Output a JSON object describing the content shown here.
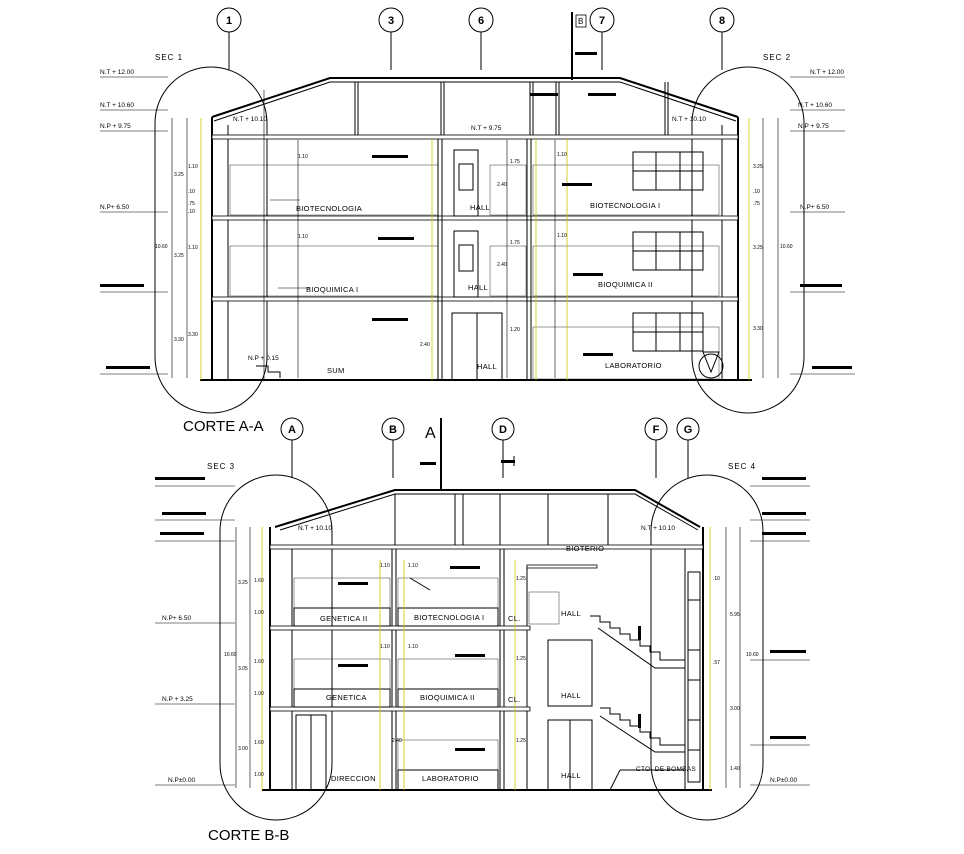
{
  "section_aa": {
    "title": "CORTE A-A",
    "sec_left": "SEC  1",
    "sec_right": "SEC  2",
    "axes": [
      "1",
      "3",
      "6",
      "7",
      "8"
    ],
    "levels_left": [
      "N.T + 12.00",
      "N.T + 10.60",
      "N.P + 9.75",
      "N.P+ 6.50"
    ],
    "levels_right": [
      "N.T + 12.00",
      "N.T + 10.60",
      "N.P + 9.75",
      "N.P+ 6.50"
    ],
    "roof_levels": [
      "N.T + 10.10",
      "N.T + 9.75",
      "N.T + 10.10"
    ],
    "floor_level": "N.P + 0.15",
    "rooms": [
      "BIOTECNOLOGIA",
      "BIOQUIMICA I",
      "SUM",
      "HALL",
      "HALL",
      "HALL",
      "BIOTECNOLOGIA I",
      "BIOQUIMICA II",
      "LABORATORIO"
    ],
    "total_height": "10.60",
    "dims_left": [
      "1.10",
      "3.25",
      "1.10",
      "3.25",
      "3.30",
      "3.30",
      ".10",
      ".75",
      ".10"
    ],
    "dims_mid": [
      "1.10",
      "1.75",
      "2.40",
      "1.10",
      "1.75",
      "1.20",
      "2.40",
      "2.40"
    ],
    "dims_right": [
      "1.10",
      "3.25",
      "1.10",
      "3.25",
      "3.30",
      ".10",
      ".75"
    ]
  },
  "section_bb": {
    "title": "CORTE B-B",
    "sec_left": "SEC  3",
    "sec_right": "SEC  4",
    "axes": [
      "A",
      "B",
      "D",
      "F",
      "G"
    ],
    "cut_mark": "A",
    "levels_left": [
      "N.P+ 6.50",
      "N.P + 3.25",
      "N.P±0.00"
    ],
    "level_right": "N.P±0.00",
    "roof_levels": [
      "N.T + 10.10",
      "N.T + 10.10"
    ],
    "rooms": [
      "GENETICA II",
      "BIOTECNOLOGIA I",
      "CL.",
      "GENETICA",
      "BIOQUIMICA II",
      "CL.",
      "DIRECCION",
      "LABORATORIO",
      "HALL",
      "HALL",
      "HALL",
      "BIOTERIO",
      "CTO. DE BOMBAS"
    ],
    "total_height": "10.60",
    "dims_left": [
      "3.25",
      "3.05",
      "3.00",
      "1.60",
      "1.00",
      "1.60",
      "1.00",
      "1.60",
      "1.00"
    ],
    "dims_mid": [
      "1.10",
      "1.10",
      "1.10",
      "1.25",
      "1.25",
      "1.25",
      "2.40",
      "1.10"
    ],
    "dims_right": [
      "5.95",
      "3.00",
      ".10",
      ".57",
      "1.40"
    ]
  }
}
